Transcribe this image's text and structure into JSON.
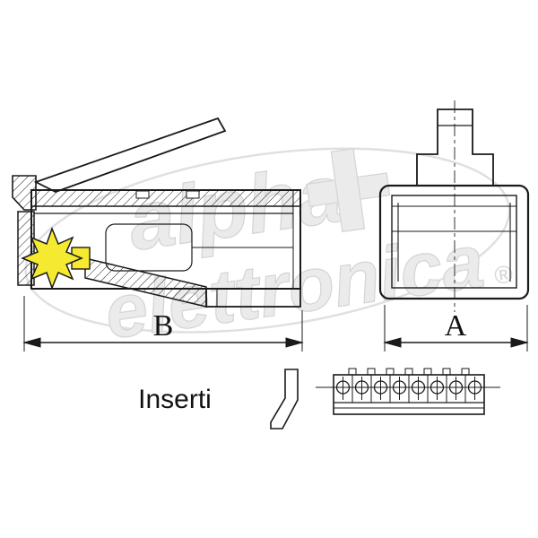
{
  "labels": {
    "dimension_b": "B",
    "dimension_a": "A",
    "inserts": "Inserti"
  },
  "watermark": {
    "word1": "alpha",
    "word2": "elettronica",
    "registered": "®"
  },
  "colors": {
    "line": "#1a1a1a",
    "highlight_yellow": "#f6ea30",
    "watermark": "#ebebeb"
  },
  "insert_comb": {
    "contacts": 8
  }
}
